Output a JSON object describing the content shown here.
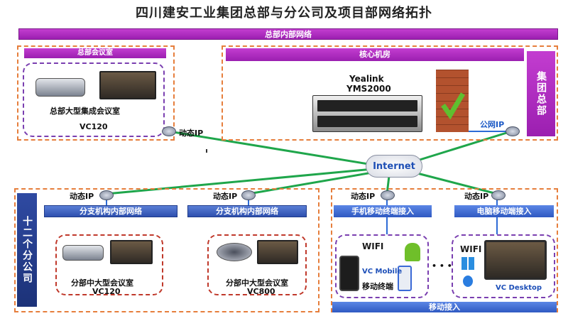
{
  "title": "四川建安工业集团总部与分公司及项目部网络拓扑",
  "hq": {
    "network_bar": "总部内部网络",
    "meeting_bar": "总部会议室",
    "meeting_device_label": "总部大型集成会议室",
    "meeting_device_model": "VC120",
    "dynamic_ip": "动态IP",
    "core_bar": "核心机房",
    "server_brand": "Yealink",
    "server_model": "YMS2000",
    "public_ip": "公网IP",
    "side_label": "集团总部"
  },
  "internet_label": "Internet",
  "branches": {
    "side_label": "十二个分公司",
    "branch1": {
      "dynamic_ip": "动态IP",
      "bar": "分支机构内部网络",
      "room": "分部中大型会议室",
      "model": "VC120"
    },
    "branch2": {
      "dynamic_ip": "动态IP",
      "bar": "分支机构内部网络",
      "room": "分部中大型会议室",
      "model": "VC800"
    }
  },
  "mobile": {
    "phone": {
      "dynamic_ip": "动态IP",
      "bar": "手机移动终端接入",
      "wifi": "WIFI",
      "app_name": "VC Mobile",
      "app_desc": "移动终端"
    },
    "pc": {
      "dynamic_ip": "动态IP",
      "bar": "电脑移动端接入",
      "wifi": "WIFI",
      "app_name": "VC Desktop"
    },
    "ellipsis": "• • •",
    "bottom_bar": "移动接入"
  },
  "colors": {
    "purple": "#a62ab8",
    "blue": "#2d4fae",
    "green_line": "#1fa64b",
    "orange_dash": "#e67e3c"
  }
}
